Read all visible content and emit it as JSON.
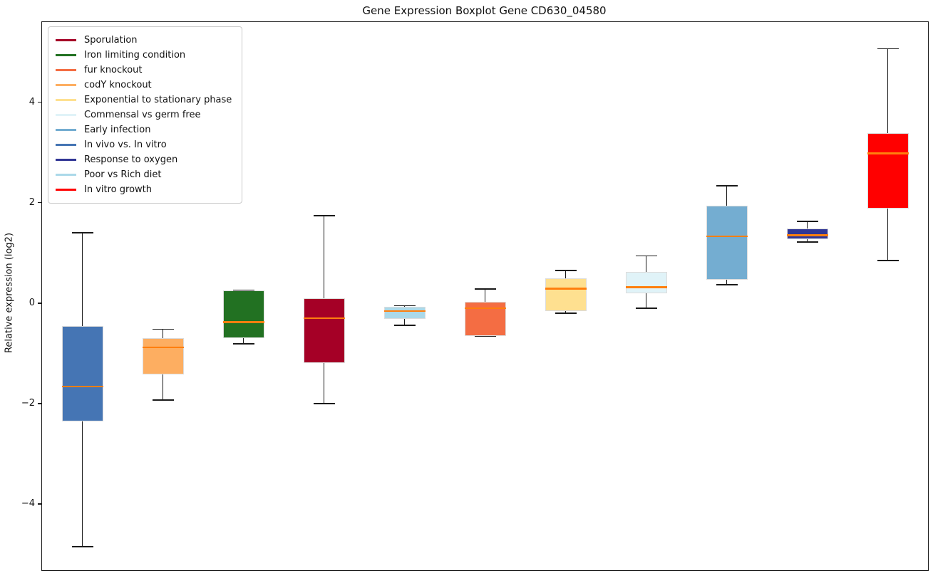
{
  "chart_data": {
    "type": "boxplot",
    "title": "Gene Expression Boxplot Gene CD630_04580",
    "xlabel": "",
    "ylabel": "Relative expression (log2)",
    "ylim": [
      -5.32,
      5.6
    ],
    "yticks": [
      4,
      2,
      0,
      -2,
      -4
    ],
    "grid": false,
    "legend_position": "upper left",
    "median_color": "#ff7f0e",
    "series": [
      {
        "name": "In vivo vs. In vitro",
        "color": "#4575b4",
        "whisker_low": -4.85,
        "q1": -2.35,
        "median": -1.66,
        "q3": -0.45,
        "whisker_high": 1.4
      },
      {
        "name": "codY knockout",
        "color": "#fdae61",
        "whisker_low": -1.93,
        "q1": -1.42,
        "median": -0.88,
        "q3": -0.69,
        "whisker_high": -0.52
      },
      {
        "name": "Iron limiting condition",
        "color": "#227122",
        "whisker_low": -0.81,
        "q1": -0.7,
        "median": -0.38,
        "q3": 0.25,
        "whisker_high": 0.25
      },
      {
        "name": "Sporulation",
        "color": "#a50026",
        "whisker_low": -2.0,
        "q1": -1.19,
        "median": -0.3,
        "q3": 0.1,
        "whisker_high": 1.74
      },
      {
        "name": "Poor vs Rich diet",
        "color": "#abd9e9",
        "whisker_low": -0.44,
        "q1": -0.32,
        "median": -0.16,
        "q3": -0.07,
        "whisker_high": -0.05
      },
      {
        "name": "fur knockout",
        "color": "#f46d43",
        "whisker_low": -0.66,
        "q1": -0.65,
        "median": -0.1,
        "q3": 0.02,
        "whisker_high": 0.28
      },
      {
        "name": "Exponential to stationary phase",
        "color": "#fee090",
        "whisker_low": -0.2,
        "q1": -0.16,
        "median": 0.29,
        "q3": 0.5,
        "whisker_high": 0.65
      },
      {
        "name": "Commensal vs germ free",
        "color": "#e0f3f8",
        "whisker_low": -0.1,
        "q1": 0.2,
        "median": 0.32,
        "q3": 0.62,
        "whisker_high": 0.94
      },
      {
        "name": "Early infection",
        "color": "#74add1",
        "whisker_low": 0.37,
        "q1": 0.46,
        "median": 1.33,
        "q3": 1.94,
        "whisker_high": 2.34
      },
      {
        "name": "Response to oxygen",
        "color": "#313695",
        "whisker_low": 1.22,
        "q1": 1.27,
        "median": 1.35,
        "q3": 1.49,
        "whisker_high": 1.63
      },
      {
        "name": "In vitro growth",
        "color": "#ff0000",
        "whisker_low": 0.85,
        "q1": 1.89,
        "median": 2.98,
        "q3": 3.39,
        "whisker_high": 5.07
      }
    ],
    "legend_order": [
      "Sporulation",
      "Iron limiting condition",
      "fur knockout",
      "codY knockout",
      "Exponential to stationary phase",
      "Commensal vs germ free",
      "Early infection",
      "In vivo vs. In vitro",
      "Response to oxygen",
      "Poor vs Rich diet",
      "In vitro growth"
    ]
  }
}
